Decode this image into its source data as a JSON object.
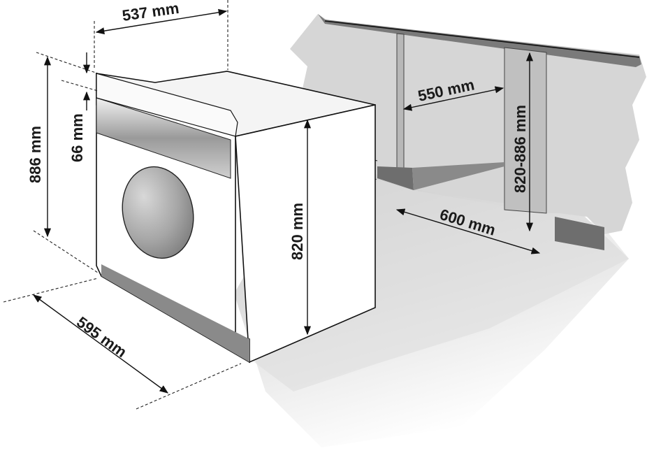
{
  "diagram": {
    "labels": {
      "width_top": "537 mm",
      "height_total": "886 mm",
      "panel_height": "66 mm",
      "body_height": "820 mm",
      "width_front": "595 mm",
      "niche_depth": "550 mm",
      "niche_height": "820-886 mm",
      "niche_width": "600 mm"
    }
  }
}
